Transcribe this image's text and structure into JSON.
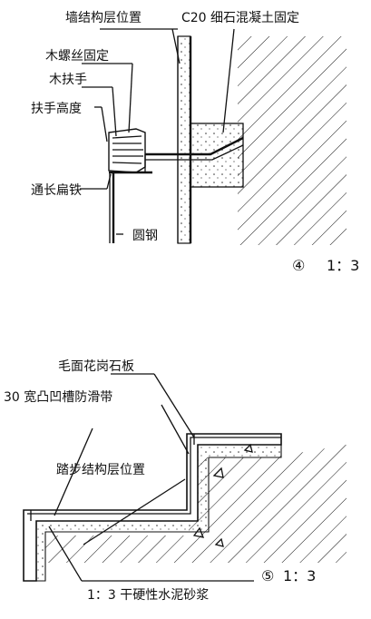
{
  "detail4": {
    "labels": {
      "wall_structure": "墙结构层位置",
      "c20": "C20 细石混凝土固定",
      "wood_screw": "木螺丝固定",
      "wood_handrail": "木扶手",
      "handrail_height": "扶手高度",
      "flat_iron": "通长扁铁",
      "round_steel": "圆钢"
    },
    "number": "④",
    "scale": "1：3"
  },
  "detail5": {
    "labels": {
      "granite": "毛面花岗石板",
      "groove": "30 宽凸凹槽防滑带",
      "step_structure": "踏步结构层位置",
      "mortar": "1：3 干硬性水泥砂浆"
    },
    "number": "⑤",
    "scale": "1：3"
  }
}
